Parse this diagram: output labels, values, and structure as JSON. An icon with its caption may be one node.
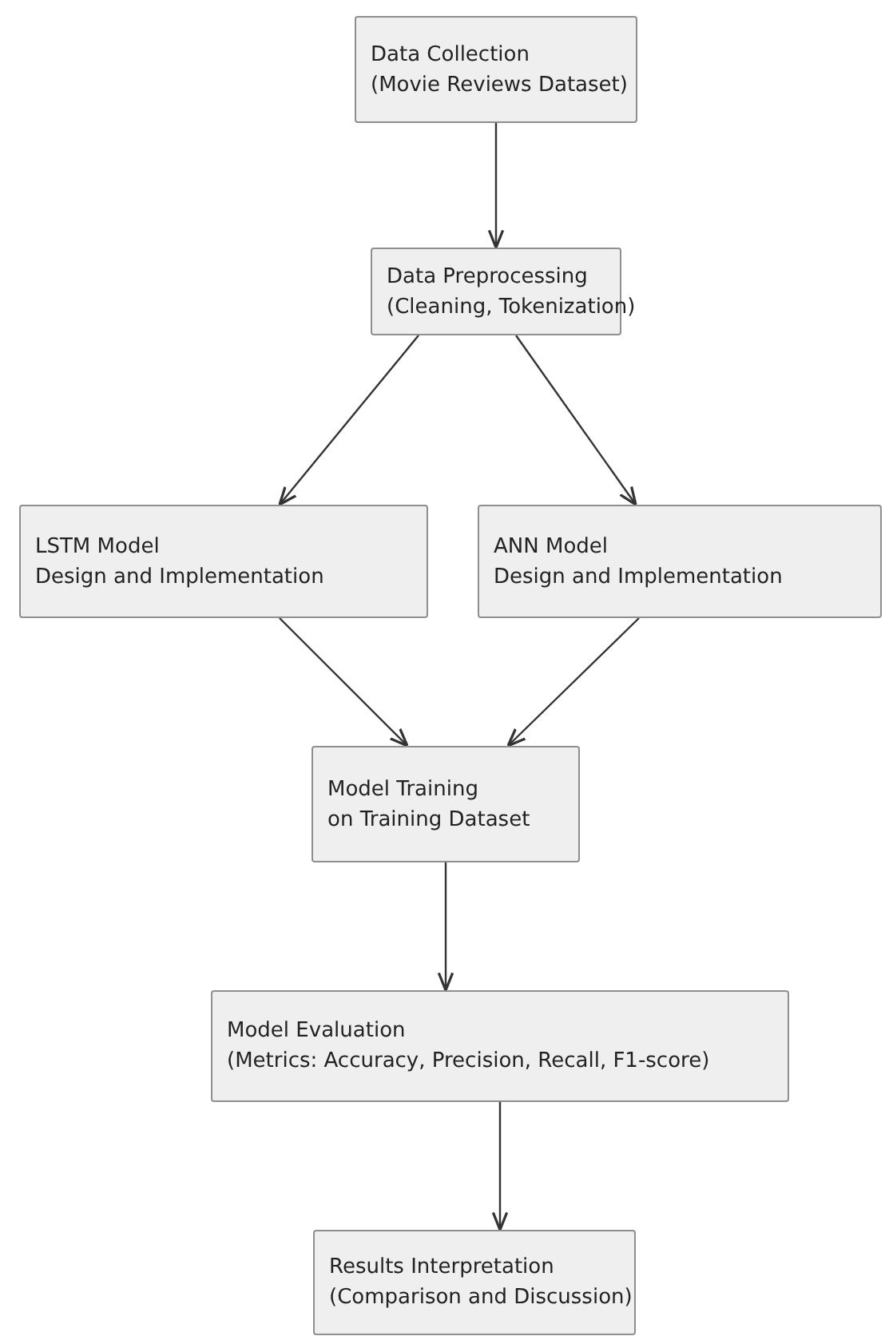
{
  "diagram": {
    "nodes": [
      {
        "text": [
          "Data Collection",
          "(Movie Reviews Dataset)"
        ]
      },
      {
        "text": [
          "Data Preprocessing",
          "(Cleaning, Tokenization)"
        ]
      },
      {
        "text": [
          "LSTM Model",
          "Design and Implementation"
        ]
      },
      {
        "text": [
          "ANN Model",
          "Design and Implementation"
        ]
      },
      {
        "text": [
          "Model Training",
          "on Training Dataset"
        ]
      },
      {
        "text": [
          "Model Evaluation",
          "(Metrics: Accuracy, Precision, Recall, F1-score)"
        ]
      },
      {
        "text": [
          "Results Interpretation",
          "(Comparison and Discussion)"
        ]
      }
    ],
    "edges": [
      {
        "from": 0,
        "to": 1,
        "arrow": "to"
      },
      {
        "from": 1,
        "to": 2,
        "arrow": "to"
      },
      {
        "from": 1,
        "to": 3,
        "arrow": "to"
      },
      {
        "from": 2,
        "to": 4,
        "arrow": "to"
      },
      {
        "from": 3,
        "to": 4,
        "arrow": "to"
      },
      {
        "from": 4,
        "to": 5,
        "arrow": "to"
      },
      {
        "from": 5,
        "to": 6,
        "arrow": "to"
      }
    ]
  }
}
